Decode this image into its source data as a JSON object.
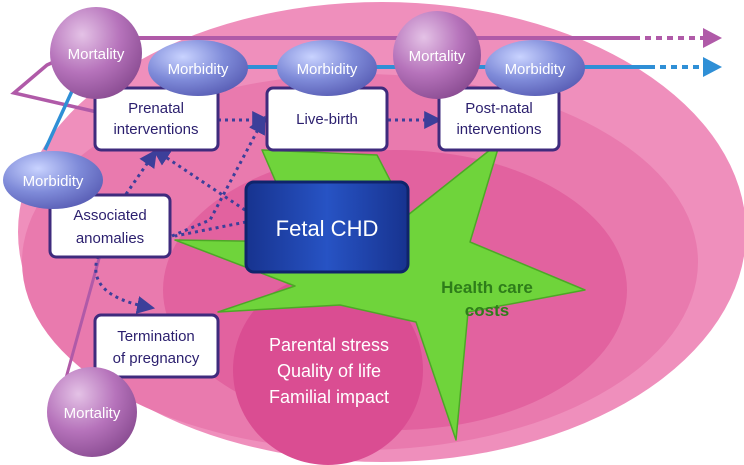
{
  "diagram": {
    "central_node": "Fetal CHD",
    "boxes": {
      "prenatal": [
        "Prenatal",
        "interventions"
      ],
      "live_birth": [
        "Live-birth"
      ],
      "postnatal": [
        "Post-natal",
        "interventions"
      ],
      "associated": [
        "Associated",
        "anomalies"
      ],
      "termination": [
        "Termination",
        "of pregnancy"
      ]
    },
    "outcome_bubbles": {
      "mortality_label": "Mortality",
      "morbidity_label": "Morbidity"
    },
    "costs_label": [
      "Health care",
      "costs"
    ],
    "psychosocial": [
      "Parental stress",
      "Quality of life",
      "Familial impact"
    ]
  },
  "colors": {
    "ellipse_outer": "#ef8fbc",
    "ellipse_mid": "#e66da6",
    "ellipse_inner": "#de5598",
    "circle_low": "#d94690",
    "star_fill": "#6fd43b",
    "star_text": "#2e7d1a",
    "center_fill": "#1a3d9e",
    "box_border": "#3f2b7d",
    "dotted_arrow": "#3c3f9a",
    "mortality_line": "#b05aa8",
    "morbidity_line": "#2f8fd6",
    "mortality_bubble": "#b673bb",
    "morbidity_bubble": "#7f8bd9"
  }
}
